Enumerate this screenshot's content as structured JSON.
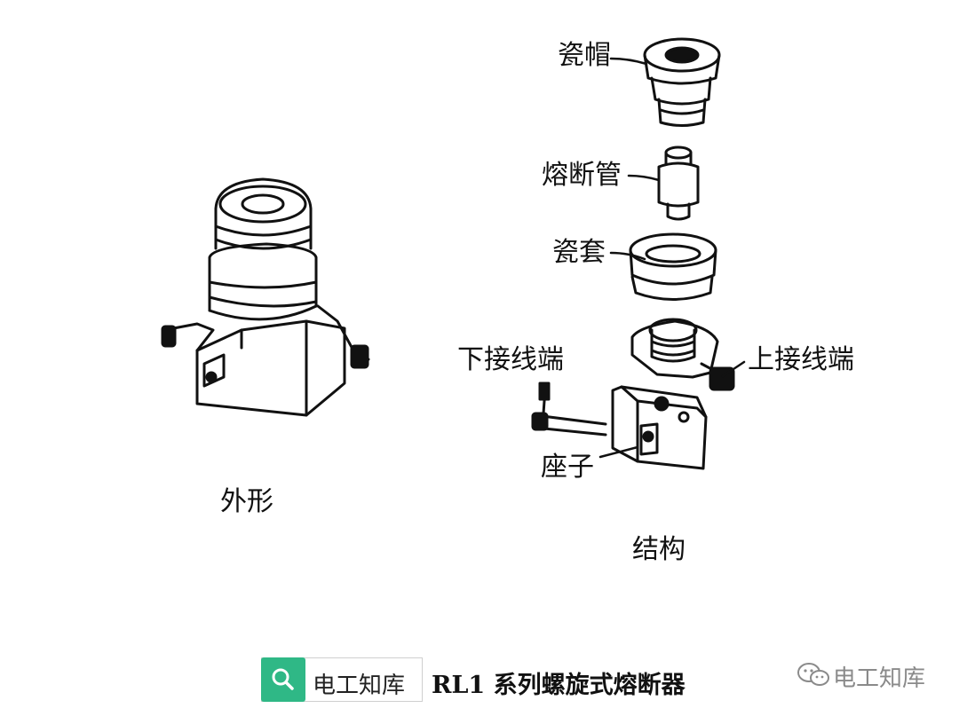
{
  "labels": {
    "exterior": "外形",
    "structure": "结构",
    "porcelain_cap": "瓷帽",
    "fuse_tube": "熔断管",
    "porcelain_sleeve": "瓷套",
    "lower_terminal": "下接线端",
    "upper_terminal": "上接线端",
    "base": "座子"
  },
  "footer": {
    "search_text": "电工知库",
    "title": "RL1 系列螺旋式熔断器",
    "watermark": "电工知库"
  },
  "icons": {
    "search": "search-icon",
    "watermark": "wechat-icon"
  },
  "colors": {
    "ink": "#111111",
    "search_button": "#2fb886",
    "watermark": "#8a8a8a"
  }
}
